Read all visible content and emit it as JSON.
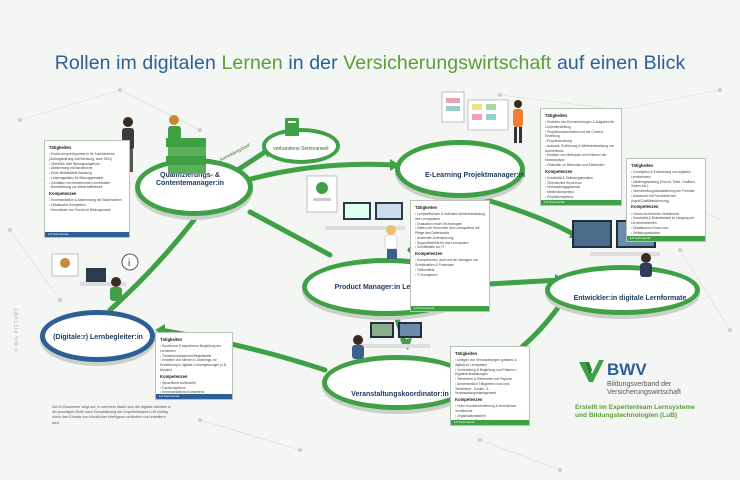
{
  "title": {
    "p1": "Rollen",
    "p2": " im digitalen ",
    "p3": "Lernen",
    "p4": " in der ",
    "p5": "Versicherungswirtschaft",
    "p6": " auf einen Blick"
  },
  "colors": {
    "green": "#3fa045",
    "blue": "#2c5f96",
    "bg": "#f4f6f4"
  },
  "roles": {
    "qualifizierung": "Qualifizierungs- & Contentemanager:in",
    "elearning": "E-Learning Projektmanager:in",
    "product": "Product Manager:in Lernsysteme",
    "entwickler": "Entwickler:in digitale Lernformate",
    "lernbegleiter": "(Digitale:r) Lernbegleiter:in",
    "veranstaltung": "Veranstaltungskoordinator:in"
  },
  "seminar": {
    "label": "verbandene Seminarwelt",
    "arrow_label": "Anmeldungstool"
  },
  "boxes": {
    "qual": {
      "h1": "Tätigkeiten",
      "items": [
        "Erstes Ansprechpartner:in für Fachbereiche (Auftragsklärung und Beratung, auch SDG)",
        "Überblick über Bildungsangebote",
        "Abstimmung mit Beraterinne",
        "Erste bildbetaltete Beratung",
        "Leistungsbilanz für Bildungsbedarfe",
        "Kontakter von bestehenden Lerninhalten",
        "Berufsbildung zur Wirtschaftlichkeit"
      ],
      "h2": "Kompetenzen",
      "items2": [
        "Kommunikation & Abstimmung mit Stakeholdern",
        "Didaktische Kompetenz",
        "Kenntnisse von Trends im Bildungsmarkt"
      ],
      "footer": "1/2 Kommentar"
    },
    "elearn": {
      "h1": "Tätigkeiten",
      "items": [
        "Erstellen von Kennzeichungen & Aufgaben für Contenterstellung",
        "Projektkommunikation mit der Content Erstellung",
        "Projektsteuerung",
        "Auswahl, Entführung & Weiterentwicklung von Autorentools",
        "Erklären von Methoden und Kriterien der Marktanalyse",
        "Obachten zu Methoden und Elementen"
      ],
      "h2": "Kompetenzen",
      "items2": [
        "Kreativität & Selbstorganisation",
        "Technisches Know-how",
        "Verhandlungsgeschick",
        "Medienkompetenz",
        "Projektkompetenz"
      ],
      "footer": "1/2 Kommentar"
    },
    "entw": {
      "h1": "Tätigkeiten",
      "items": [
        "Konzeption & Entwicklung von digitalen Lernformaten",
        "Mediengestaltung (Sound, Texte, Grafiken, Videos etc.)",
        "Überarbeitung/Aktualisierung der Formate",
        "Austausch mit Fachbereichen (Input/Qualitätssicherung)"
      ],
      "h2": "Kompetenzen",
      "items2": [
        "Hohes technisches Verständnis",
        "Kreativität & Belastbarkeit im Umgang mit Lerninstrumenten",
        "Didaktisches Know-how",
        "Selbstorganisation"
      ],
      "footer": "1/2 Kommentar"
    },
    "prod": {
      "h1": "Tätigkeiten",
      "items": [
        "Lernplattformen & Software-Weiterentwicklung des Lernsystems",
        "Evaluation neuer Technologien",
        "Halten der Kernrollen des Lernsystems mit Pflege des Datenbanks",
        "Anwender-Unterstützung",
        "Supportbefehle für das Lernsystem",
        "Schnittstelle zur IT"
      ],
      "h2": "Kompetenzen",
      "items2": [
        "Kompetenzen, auch mit der Managen von Schnittstellen & Prozessen",
        "Zielkonflikte",
        "IT-Kompetenz"
      ],
      "footer": "1/2 Kommentar"
    },
    "lern": {
      "h1": "Tätigkeiten",
      "items": [
        "Synchrone & asynchrone Begleitung der Lernenden",
        "Transfermaßnahmen/Begleitstelle",
        "Erstellen von kleinen E-Learnings zur Erweiterung in digitale Lernumgebungen (z.B. Moodle)"
      ],
      "h2": "Kompetenzen",
      "items2": [
        "Sprachliche Aufforstellt",
        "Fachkompetenz",
        "Kommunikations-Kompetenz",
        "Einfühlungsvermögen"
      ],
      "footer": "1/2 Kommentar"
    },
    "vera": {
      "h1": "Tätigkeiten",
      "items": [
        "Anlegen von Veranstaltungen (präsenz & digital) im Lernsystem",
        "Vorbereitung & Begleitung von Präsenz-/ Digitalveranstaltungen",
        "Teilnehmer & Referenten wie Reporte",
        "Administration Tätigkeiten rund ums Teilnehmer-, Kosten- & Veranstaltungsmanagement"
      ],
      "h2": "Kompetenzen",
      "items2": [
        "Hohe Kundenorientierung & technisches Verständnis",
        "Organisationstalent",
        "Technische Grundkenntnisse"
      ],
      "footer": "1/2 Kommentar"
    }
  },
  "logo": {
    "name": "BWV",
    "line1": "Bildungsverband der",
    "line2": "Versicherungswirtschaft",
    "sub1": "Erstellt im Expertenteam Lernsysteme",
    "sub2": "und Bildungstechnologien (LuB)"
  },
  "note": "Die KI-Barometer zeigt auf, in welchem Maße sich die digitale Arbeiten in der jeweiligen Rolle nach Einschätzung der Expertenteams LuB künftig durch den Einsatz von künstlicher Intelligenz verändern und erweitern wird.",
  "credit": "© BIG PICTURY"
}
